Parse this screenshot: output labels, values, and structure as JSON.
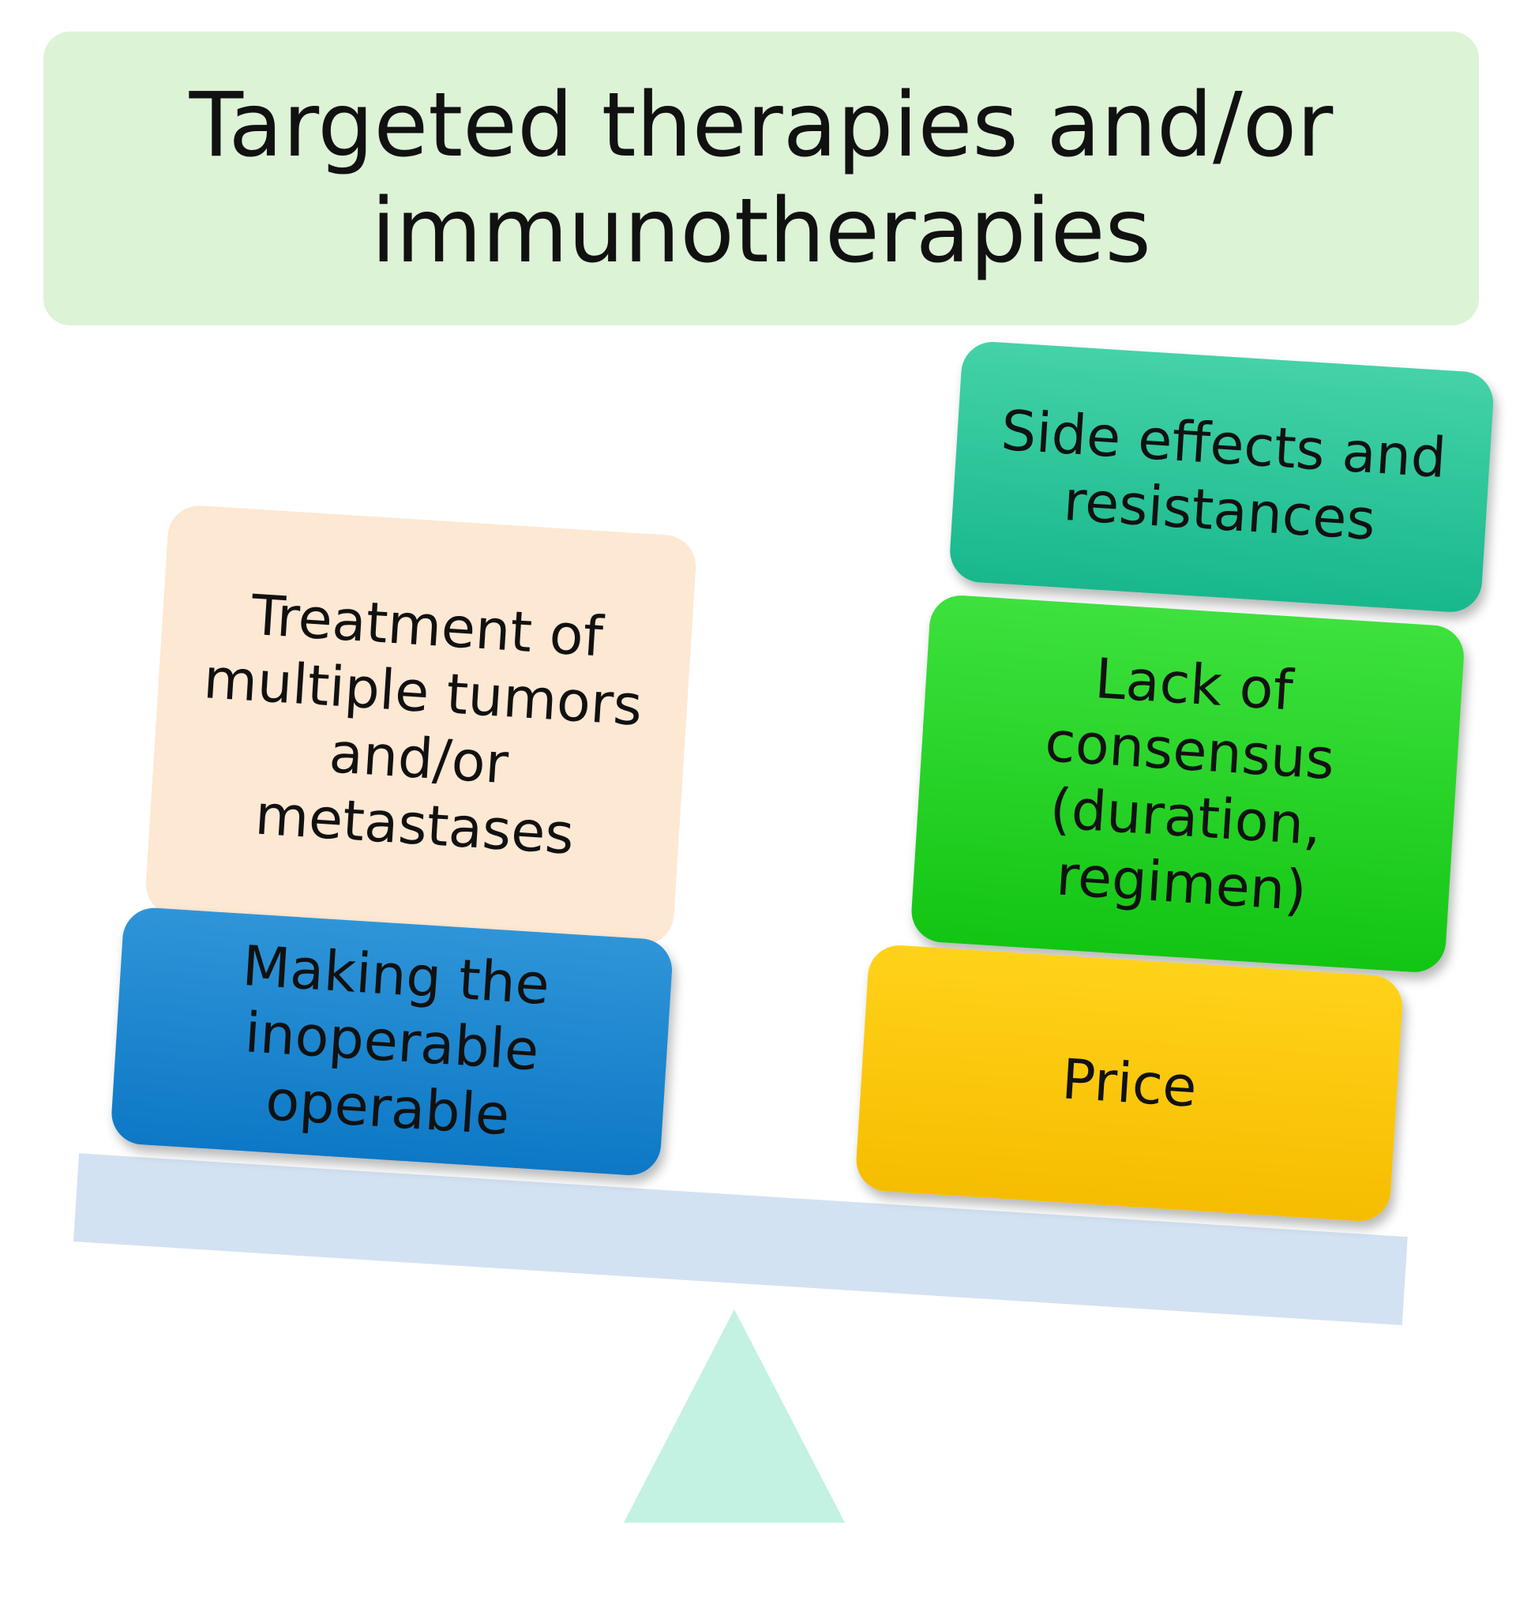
{
  "title": "Targeted therapies and/or immunotherapies",
  "benefits": {
    "top": "Treatment of multiple tumors and/or metastases",
    "bottom": "Making the inoperable operable"
  },
  "drawbacks": {
    "top": "Side effects and resistances",
    "middle": "Lack of consensus (duration, regimen)",
    "bottom": "Price"
  },
  "colors": {
    "title_bg": "#dcf3d6",
    "treatment": "#fde8d3",
    "making": "#1d86cf",
    "side_effects": "#2cc49a",
    "lack": "#22d022",
    "price": "#fbc60a",
    "beam": "#d3e2f2",
    "fulcrum": "#c3f1e2"
  }
}
